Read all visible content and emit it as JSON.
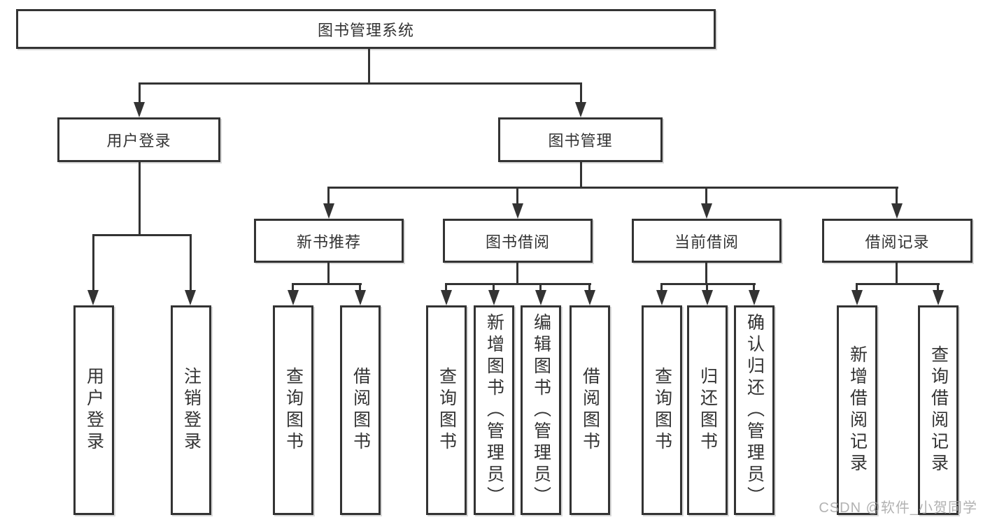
{
  "tree": {
    "root": "图书管理系统",
    "children": [
      {
        "label": "用户登录",
        "children": [
          "用户登录",
          "注销登录"
        ]
      },
      {
        "label": "图书管理",
        "children": [
          {
            "label": "新书推荐",
            "children": [
              "查询图书",
              "借阅图书"
            ]
          },
          {
            "label": "图书借阅",
            "children": [
              "查询图书",
              "新增图书（管理员）",
              "编辑图书（管理员）",
              "借阅图书"
            ]
          },
          {
            "label": "当前借阅",
            "children": [
              "查询图书",
              "归还图书",
              "确认归还（管理员）"
            ]
          },
          {
            "label": "借阅记录",
            "children": [
              "新增借阅记录",
              "查询借阅记录"
            ]
          }
        ]
      }
    ]
  },
  "watermark": {
    "text": "CSDN @软件_小贺同学"
  },
  "colors": {
    "line": "#333333",
    "box_border": "#333333",
    "text": "#333333",
    "watermark": "#a5a5a5",
    "background": "#ffffff"
  }
}
